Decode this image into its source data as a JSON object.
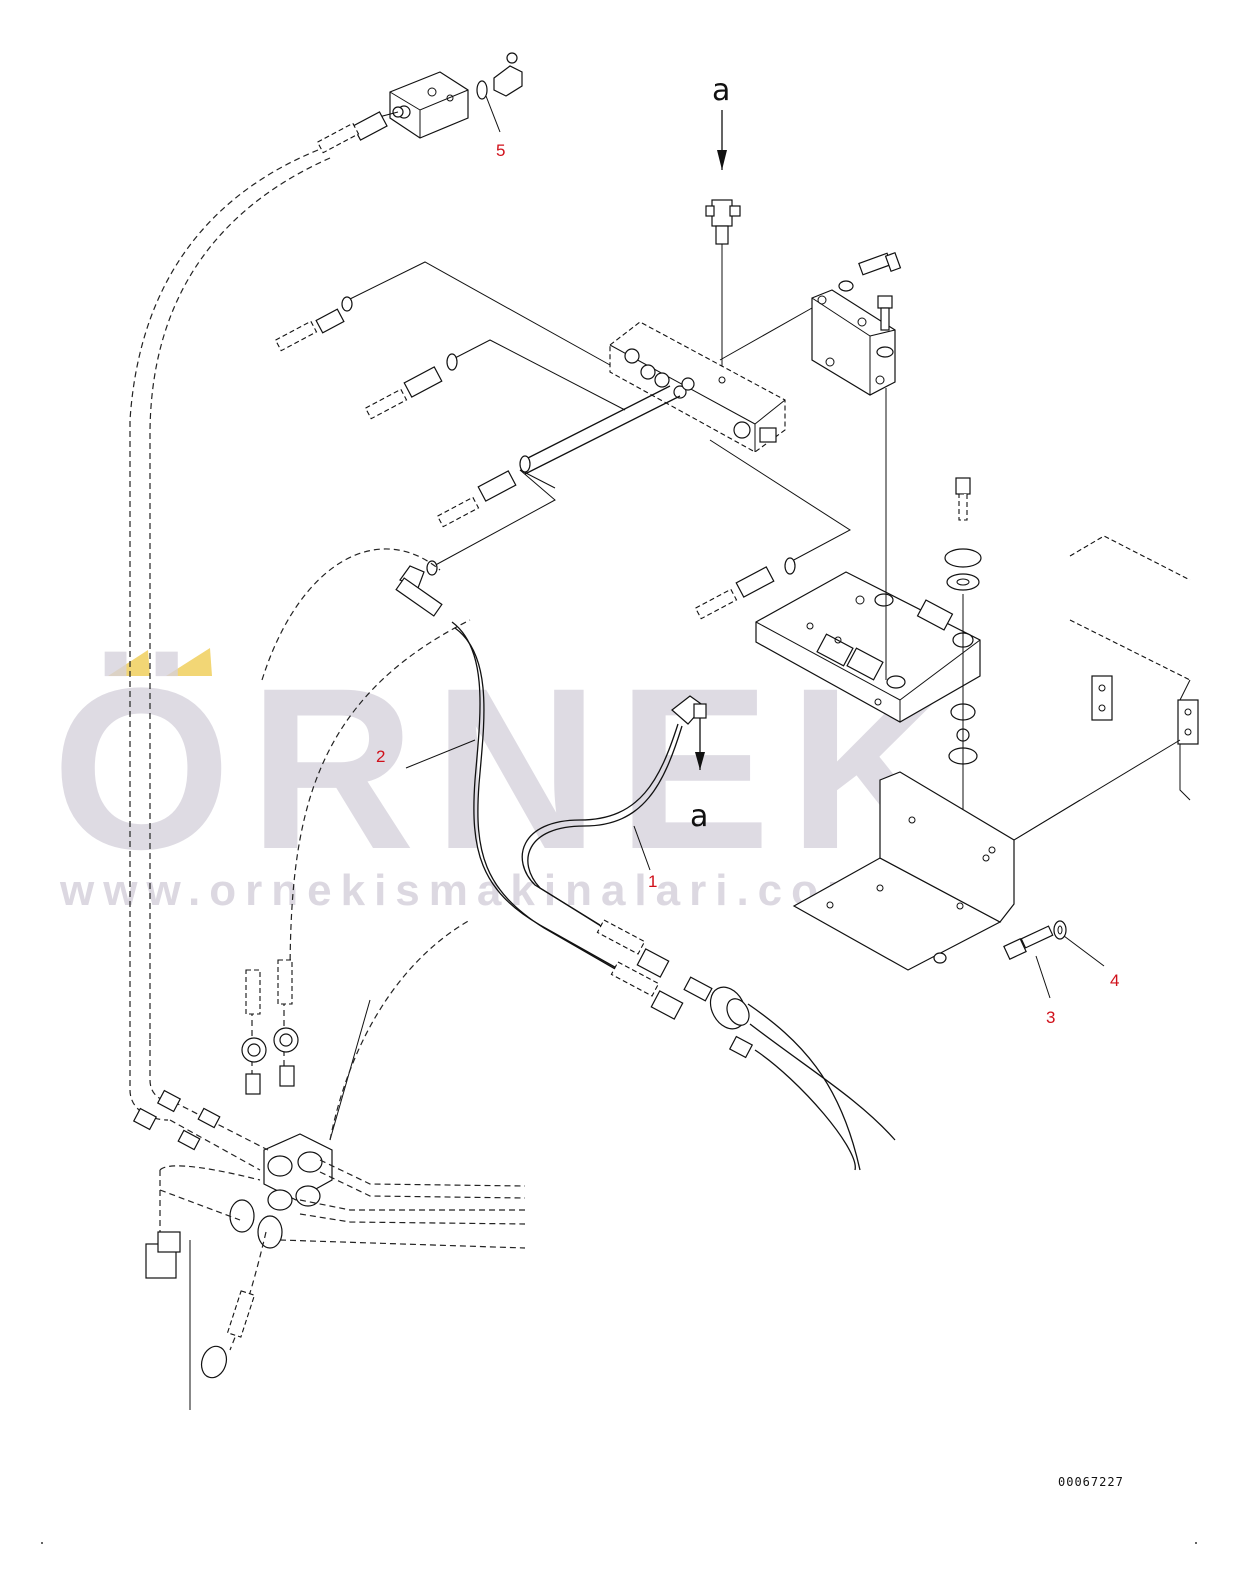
{
  "watermark": {
    "brand": "ÖRNEK",
    "url": "www.ornekismakinalari.com.tr",
    "accent_color": "#f2d675",
    "text_color": "#d6d2dc"
  },
  "view_markers": {
    "top": "a",
    "arrow": "a"
  },
  "callouts": [
    {
      "id": "1",
      "label": "1"
    },
    {
      "id": "2",
      "label": "2"
    },
    {
      "id": "3",
      "label": "3"
    },
    {
      "id": "4",
      "label": "4"
    },
    {
      "id": "5",
      "label": "5"
    }
  ],
  "drawing_code": "00067227",
  "callout_color": "#d0101a"
}
